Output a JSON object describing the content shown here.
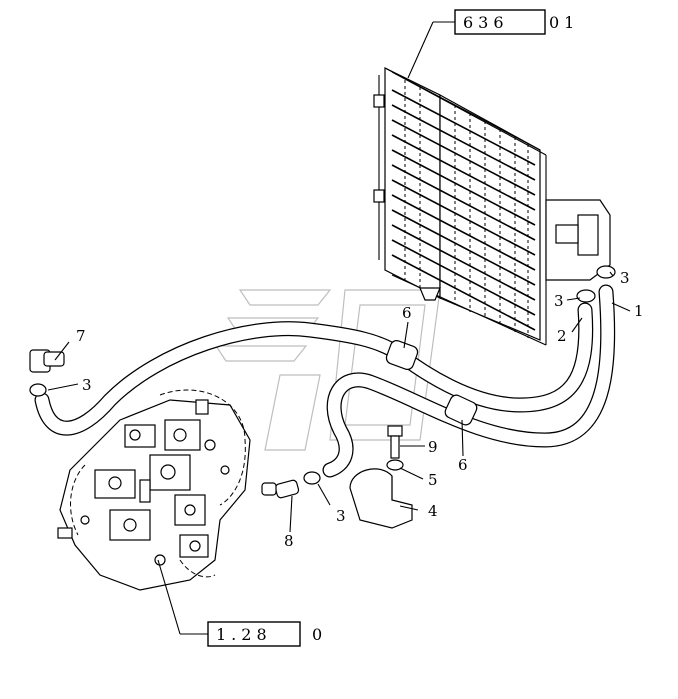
{
  "ref_boxes": {
    "top": {
      "boxed": "636",
      "suffix": "01"
    },
    "bottom": {
      "boxed": "1.28",
      "suffix": "0"
    }
  },
  "callouts": {
    "c1": "1",
    "c2": "2",
    "c3a": "3",
    "c3b": "3",
    "c3c": "3",
    "c3d": "3",
    "c4": "4",
    "c5": "5",
    "c6a": "6",
    "c6b": "6",
    "c7": "7",
    "c8": "8",
    "c9": "9"
  }
}
